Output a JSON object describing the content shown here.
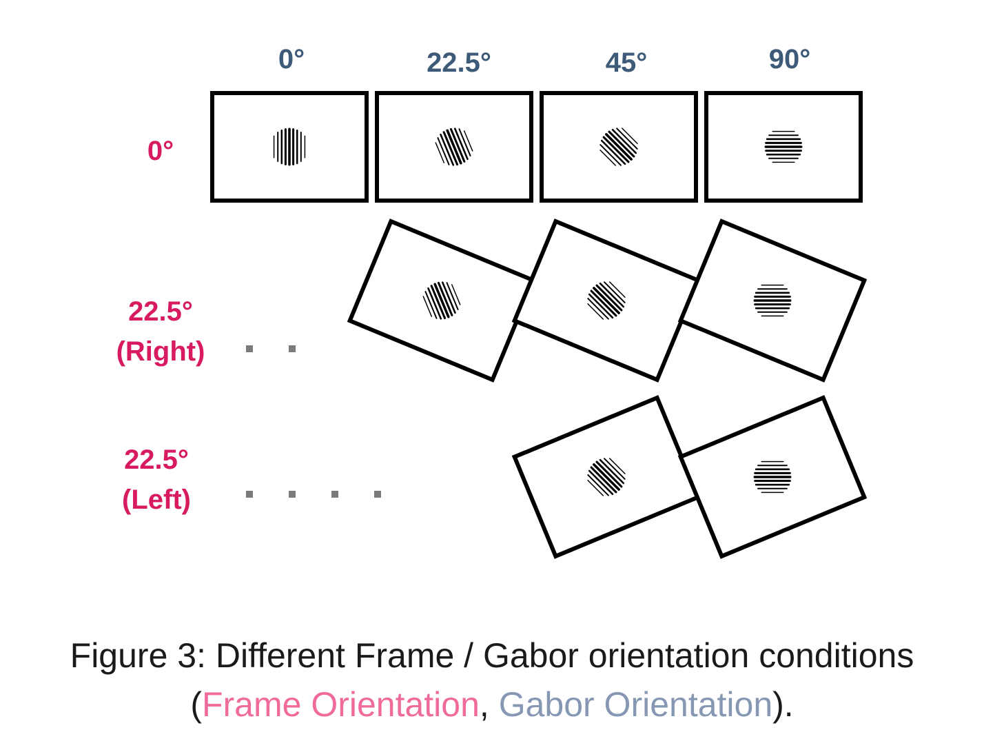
{
  "column_labels": [
    "0°",
    "22.5°",
    "45°",
    "90°"
  ],
  "row_labels": [
    {
      "line1": "0°",
      "line2": ""
    },
    {
      "line1": "22.5°",
      "line2": "(Right)"
    },
    {
      "line1": "22.5°",
      "line2": "(Left)"
    }
  ],
  "colors": {
    "gabor_label": "#3d5a78",
    "frame_label": "#d81b60",
    "caption_frame": "#f06a9b",
    "caption_gabor": "#8597b2",
    "frame_stroke": "#000000",
    "ellipsis_dots": "#7a7a7a"
  },
  "grid": {
    "rows": [
      {
        "frame_rotation_deg": 0,
        "cells": [
          {
            "gabor_deg": 0
          },
          {
            "gabor_deg": 22.5
          },
          {
            "gabor_deg": 45
          },
          {
            "gabor_deg": 90
          }
        ]
      },
      {
        "frame_rotation_deg": 22.5,
        "cells": [
          {
            "gabor_deg": 22.5
          },
          {
            "gabor_deg": 45
          },
          {
            "gabor_deg": 90
          }
        ]
      },
      {
        "frame_rotation_deg": -22.5,
        "cells": [
          {
            "gabor_deg": 45
          },
          {
            "gabor_deg": 90
          }
        ]
      }
    ]
  },
  "caption": {
    "line1": "Figure 3: Different Frame / Gabor orientation conditions",
    "open_paren": "(",
    "frame_term": "Frame Orientation",
    "comma": ", ",
    "gabor_term": "Gabor Orientation",
    "close_paren": ")."
  }
}
